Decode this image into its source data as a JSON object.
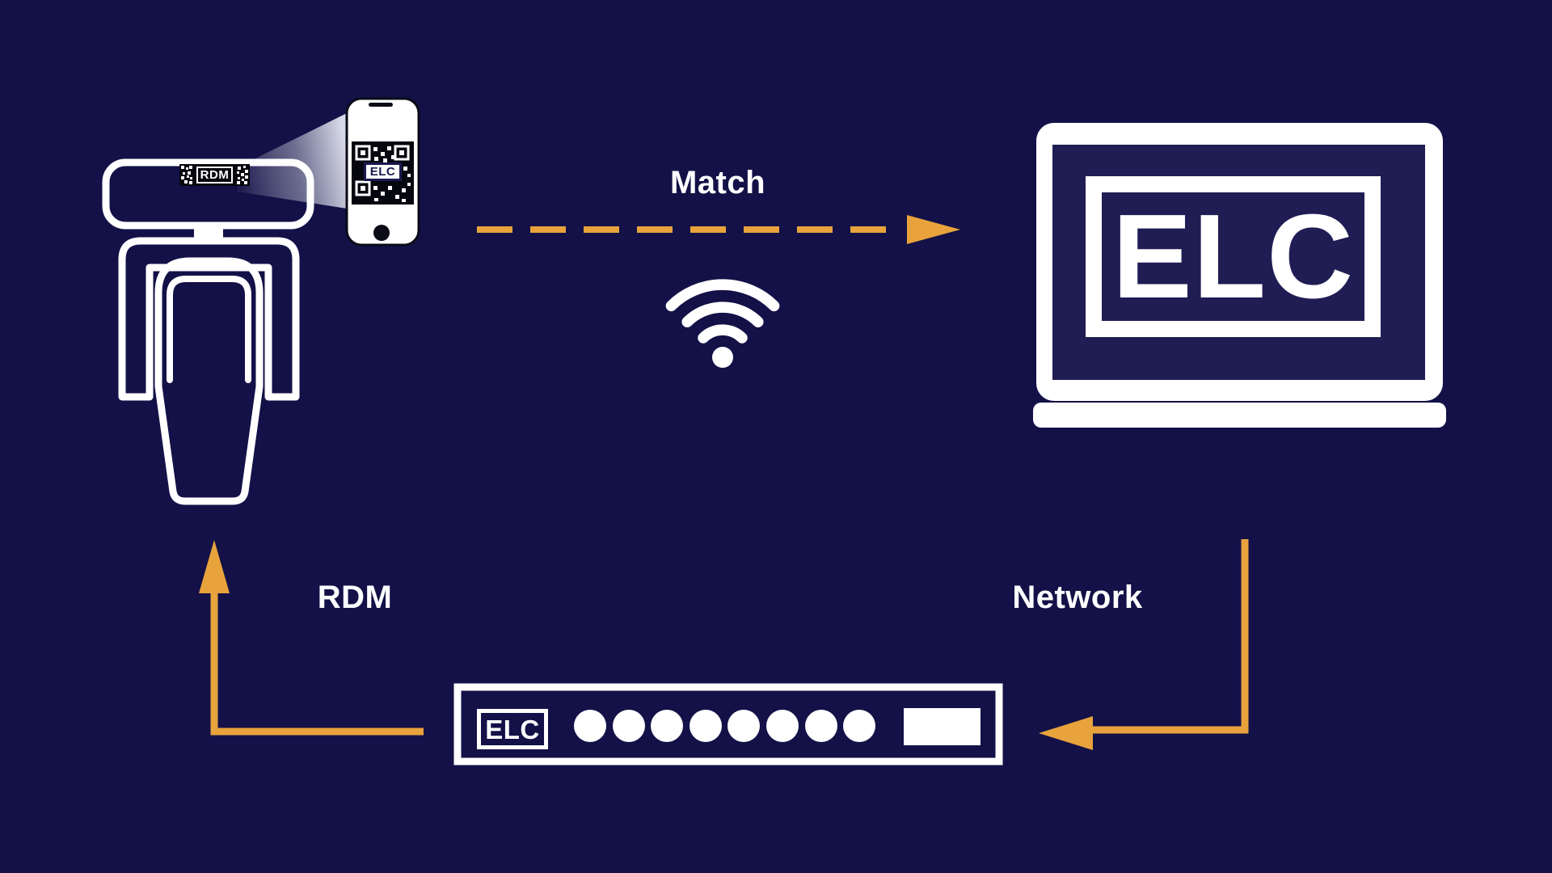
{
  "colors": {
    "background": "#131147",
    "accent_orange": "#E8A33C",
    "foreground_white": "#FFFFFF",
    "screen_navy": "#201D54",
    "label_black": "#06060F",
    "badge_navy": "#1B1950"
  },
  "fixture": {
    "qr_label": "RDM"
  },
  "phone": {
    "qr_center_label": "ELC"
  },
  "laptop": {
    "logo": "ELC"
  },
  "network_node": {
    "logo": "ELC",
    "port_count": 8
  },
  "edges": {
    "match": {
      "label": "Match",
      "style": "dashed-arrow-right"
    },
    "network": {
      "label": "Network",
      "style": "solid-arrow-down-left"
    },
    "rdm": {
      "label": "RDM",
      "style": "solid-arrow-up"
    }
  },
  "icons": {
    "wifi": "wifi-icon",
    "qr": "qr-code-icon"
  }
}
